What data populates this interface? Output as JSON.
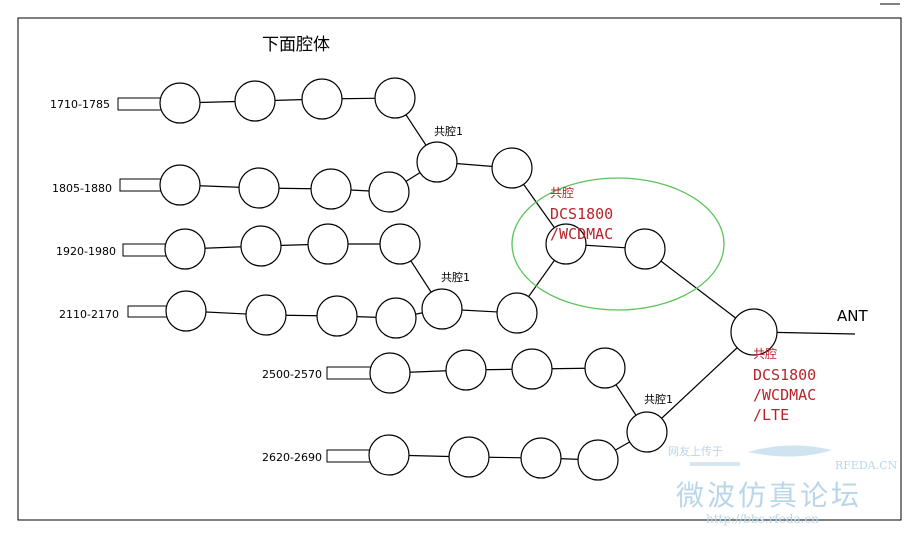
{
  "title": "下面腔体",
  "port_labels": [
    "1710-1785",
    "1805-1880",
    "1920-1980",
    "2110-2170",
    "2500-2570",
    "2620-2690"
  ],
  "junction_label": "共腔1",
  "inner_combiner": {
    "label": "共腔",
    "line1": "DCS1800",
    "line2": "/WCDMAC"
  },
  "outer_combiner": {
    "label": "共腔",
    "line1": "DCS1800",
    "line2": "/WCDMAC",
    "line3": "/LTE"
  },
  "antenna": "ANT",
  "watermark": {
    "small_text": "网友上传于",
    "brand": "RFEDA.CN",
    "title": "微波仿真论坛",
    "url": "http://bbs.rfeda.cn"
  },
  "colors": {
    "line": "#000000",
    "ellipse": "#5cc45c",
    "annotation": "#b8242a",
    "watermark": "#b9d6ea"
  }
}
